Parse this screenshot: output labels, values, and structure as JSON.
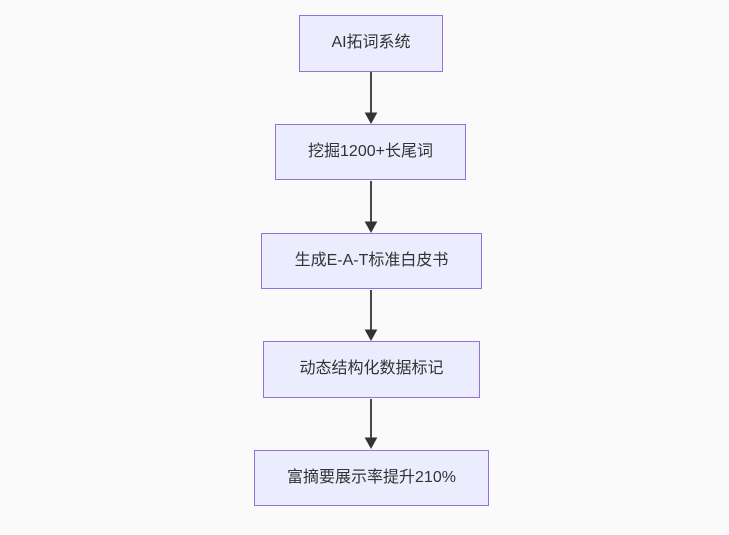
{
  "diagram": {
    "type": "flowchart",
    "direction": "top-down",
    "nodes": [
      {
        "label": "AI拓词系统"
      },
      {
        "label": "挖掘1200+长尾词"
      },
      {
        "label": "生成E-A-T标准白皮书"
      },
      {
        "label": "动态结构化数据标记"
      },
      {
        "label": "富摘要展示率提升210%"
      }
    ],
    "edges": [
      {
        "from": "AI拓词系统",
        "to": "挖掘1200+长尾词"
      },
      {
        "from": "挖掘1200+长尾词",
        "to": "生成E-A-T标准白皮书"
      },
      {
        "from": "生成E-A-T标准白皮书",
        "to": "动态结构化数据标记"
      },
      {
        "from": "动态结构化数据标记",
        "to": "富摘要展示率提升210%"
      }
    ],
    "colors": {
      "background": "#fafafa",
      "node_fill": "#ECECFF",
      "node_border": "#9370DB",
      "text": "#333333",
      "arrow": "#333333"
    }
  }
}
